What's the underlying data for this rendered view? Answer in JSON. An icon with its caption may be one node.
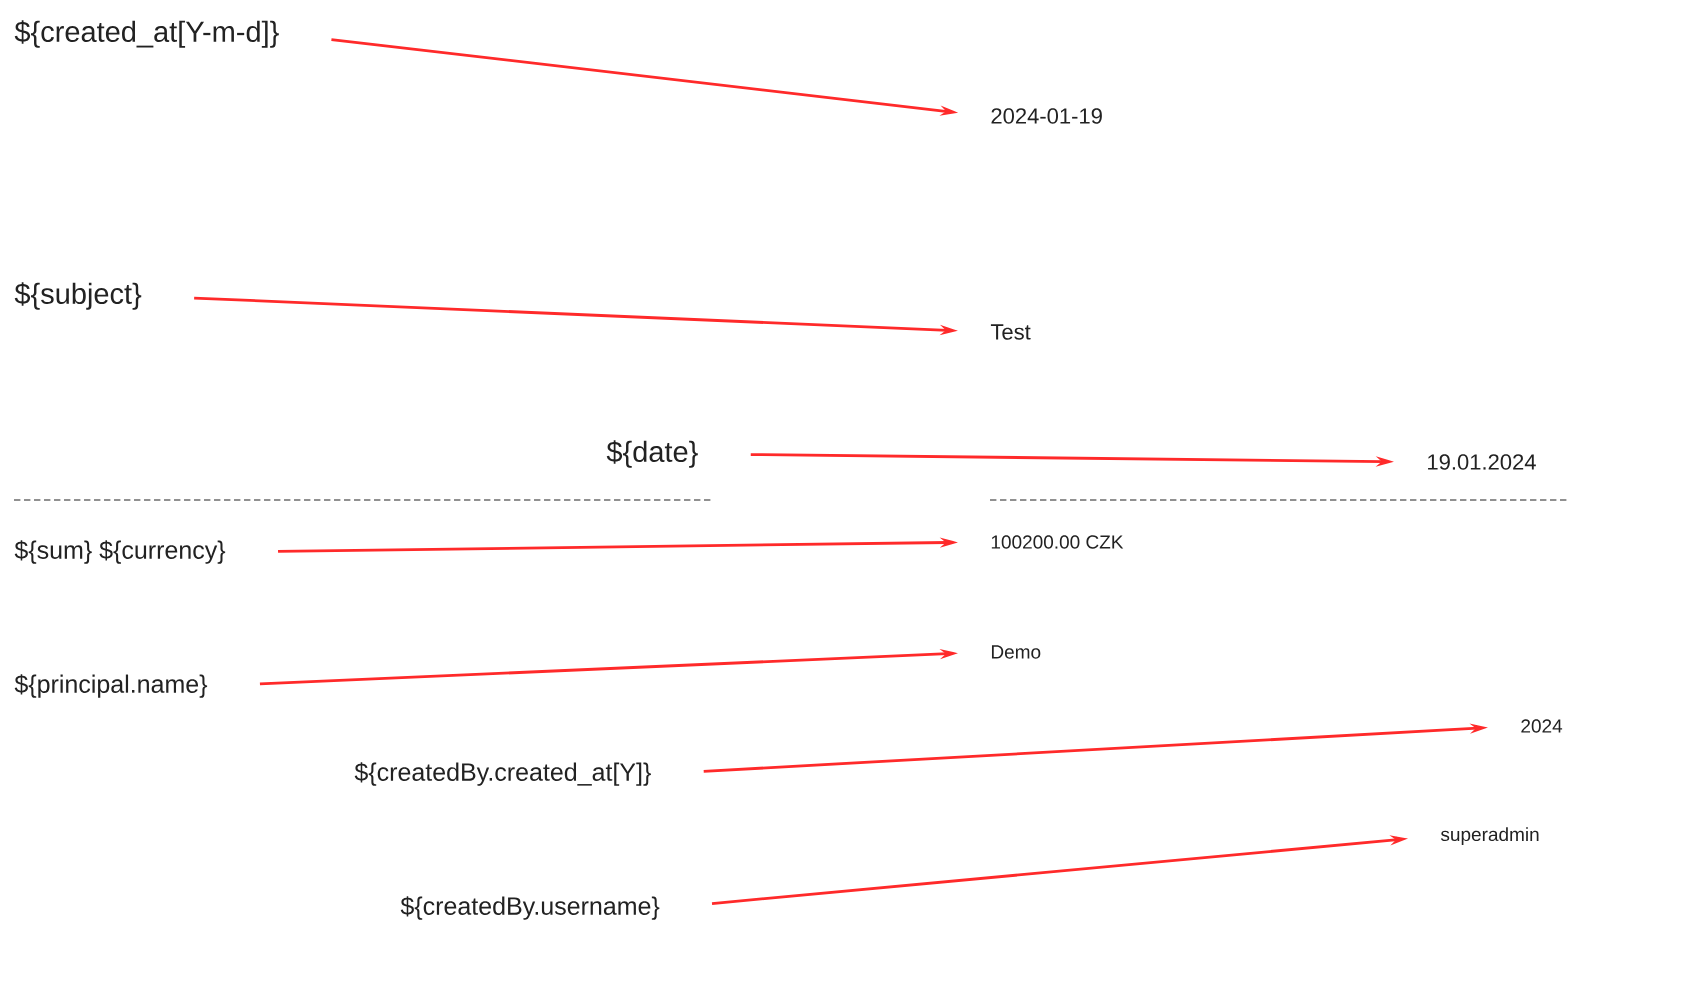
{
  "diagram": {
    "nodes": [
      {
        "text": [
          "${created_at[Y-m-d]}"
        ]
      },
      {
        "text": [
          "2024-01-19"
        ]
      },
      {
        "text": [
          "${subject}"
        ]
      },
      {
        "text": [
          "Test"
        ]
      },
      {
        "text": [
          "${date}"
        ]
      },
      {
        "text": [
          "19.01.2024"
        ]
      },
      {
        "text": [
          "${sum} ${currency}"
        ]
      },
      {
        "text": [
          "100200.00 CZK"
        ]
      },
      {
        "text": [
          "${principal.name}"
        ]
      },
      {
        "text": [
          "Demo"
        ]
      },
      {
        "text": [
          "${createdBy.created_at[Y]}"
        ]
      },
      {
        "text": [
          "2024"
        ]
      },
      {
        "text": [
          "${createdBy.username}"
        ]
      },
      {
        "text": [
          "superadmin"
        ]
      }
    ],
    "edges": [
      {
        "from": 0,
        "to": 1,
        "arrow": "to"
      },
      {
        "from": 2,
        "to": 3,
        "arrow": "to"
      },
      {
        "from": 4,
        "to": 5,
        "arrow": "to"
      },
      {
        "from": 6,
        "to": 7,
        "arrow": "to"
      },
      {
        "from": 8,
        "to": 9,
        "arrow": "to"
      },
      {
        "from": 10,
        "to": 11,
        "arrow": "to"
      },
      {
        "from": 12,
        "to": 13,
        "arrow": "to"
      }
    ]
  }
}
